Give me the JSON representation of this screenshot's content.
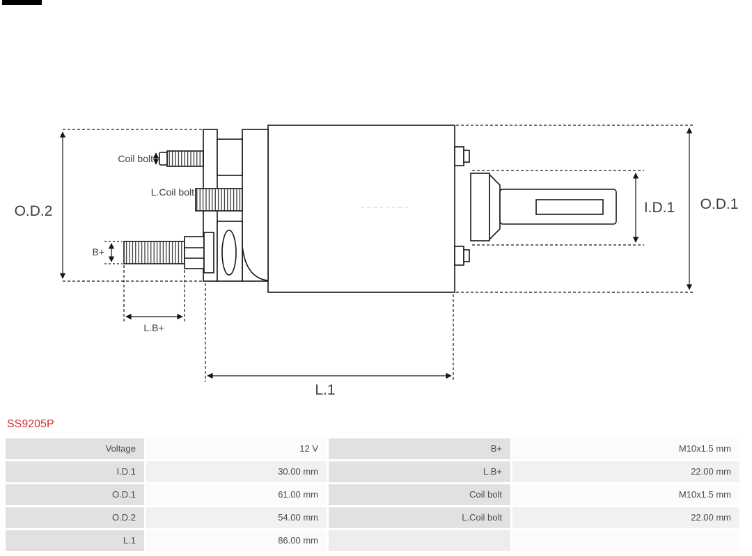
{
  "part_number": "SS9205P",
  "colors": {
    "part_number": "#cc3333",
    "table_label_bg": "#e1e1e1",
    "table_value_bg": "#f7f7f7",
    "diagram_line": "#161616"
  },
  "diagram": {
    "labels": {
      "od2": "O.D.2",
      "od1": "O.D.1",
      "id1": "I.D.1",
      "l1": "L.1",
      "lb_plus": "L.B+",
      "b_plus": "B+",
      "coil_bolt": "Coil bolt",
      "l_coil_bolt": "L.Coil bolt"
    }
  },
  "spec_table": {
    "rows": [
      {
        "c1": "Voltage",
        "c2": "12 V",
        "c3": "B+",
        "c4": "M10x1.5 mm"
      },
      {
        "c1": "I.D.1",
        "c2": "30.00 mm",
        "c3": "L.B+",
        "c4": "22.00 mm"
      },
      {
        "c1": "O.D.1",
        "c2": "61.00 mm",
        "c3": "Coil bolt",
        "c4": "M10x1.5 mm"
      },
      {
        "c1": "O.D.2",
        "c2": "54.00 mm",
        "c3": "L.Coil bolt",
        "c4": "22.00 mm"
      },
      {
        "c1": "L.1",
        "c2": "86.00 mm",
        "c3": "",
        "c4": ""
      }
    ]
  }
}
